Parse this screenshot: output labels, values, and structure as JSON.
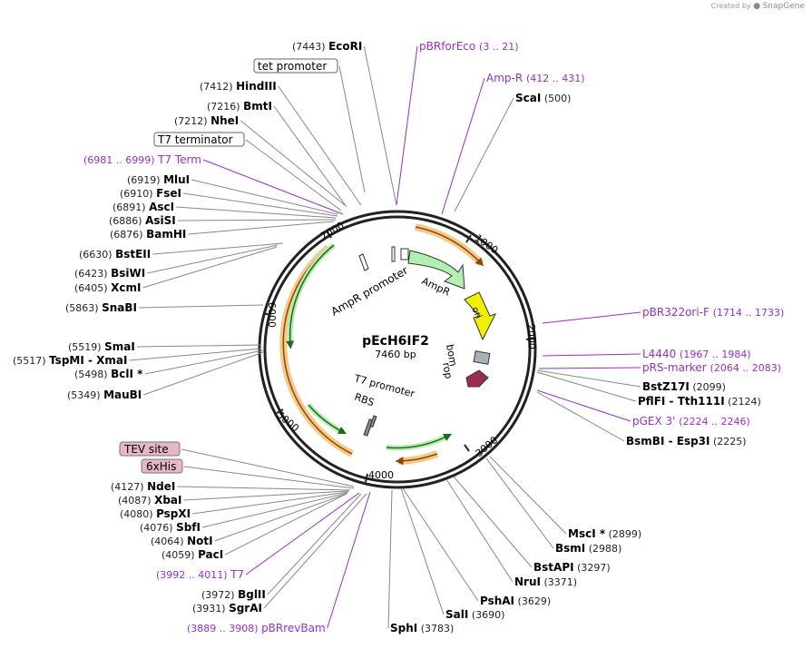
{
  "credit": {
    "prefix": "Created by",
    "brand": "SnapGene"
  },
  "plasmid": {
    "name": "pEcH6IF2",
    "length_label": "7460 bp"
  },
  "colors": {
    "primer": "#9a2ec8",
    "enzyme_text": "#000000",
    "pos_text": "#222222",
    "tag_fill": "#e6b8c6",
    "gene_arrow": "#b2f0b2",
    "ori": "#f0f000",
    "orange_feature": "#e0870a",
    "green_feature": "#1d8a1d"
  },
  "ticks": [
    "1000",
    "2000",
    "3000",
    "4000",
    "5000",
    "6000",
    "7000"
  ],
  "right_labels": [
    {
      "type": "enzyme",
      "name": "EcoRI",
      "pos": "(7443)"
    },
    {
      "type": "primer",
      "name": "pBRforEco",
      "range": "(3 .. 21)"
    },
    {
      "type": "primer",
      "name": "Amp-R",
      "range": "(412 .. 431)"
    },
    {
      "type": "enzyme",
      "name": "ScaI",
      "pos": "(500)"
    },
    {
      "type": "primer",
      "name": "pBR322ori-F",
      "range": "(1714 .. 1733)"
    },
    {
      "type": "primer",
      "name": "L4440",
      "range": "(1967 .. 1984)"
    },
    {
      "type": "primer",
      "name": "pRS-marker",
      "range": "(2064 .. 2083)"
    },
    {
      "type": "enzyme",
      "name": "BstZ17I",
      "pos": "(2099)"
    },
    {
      "type": "enzyme",
      "name": "PflFI - Tth111I",
      "pos": "(2124)"
    },
    {
      "type": "primer",
      "name": "pGEX 3'",
      "range": "(2224 .. 2246)"
    },
    {
      "type": "enzyme",
      "name": "BsmBI - Esp3I",
      "pos": "(2225)"
    },
    {
      "type": "enzyme",
      "name": "MscI *",
      "pos": "(2899)"
    },
    {
      "type": "enzyme",
      "name": "BsmI",
      "pos": "(2988)"
    },
    {
      "type": "enzyme",
      "name": "BstAPI",
      "pos": "(3297)"
    },
    {
      "type": "enzyme",
      "name": "NruI",
      "pos": "(3371)"
    },
    {
      "type": "enzyme",
      "name": "PshAI",
      "pos": "(3629)"
    },
    {
      "type": "enzyme",
      "name": "SalI",
      "pos": "(3690)"
    },
    {
      "type": "enzyme",
      "name": "SphI",
      "pos": "(3783)"
    }
  ],
  "left_labels": [
    {
      "type": "feature",
      "name": "tet promoter"
    },
    {
      "type": "enzyme",
      "name": "HindIII",
      "pos": "(7412)"
    },
    {
      "type": "enzyme",
      "name": "BmtI",
      "pos": "(7216)"
    },
    {
      "type": "enzyme",
      "name": "NheI",
      "pos": "(7212)"
    },
    {
      "type": "feature",
      "name": "T7 terminator"
    },
    {
      "type": "primer",
      "name": "T7 Term",
      "range": "(6981 .. 6999)"
    },
    {
      "type": "enzyme",
      "name": "MluI",
      "pos": "(6919)"
    },
    {
      "type": "enzyme",
      "name": "FseI",
      "pos": "(6910)"
    },
    {
      "type": "enzyme",
      "name": "AscI",
      "pos": "(6891)"
    },
    {
      "type": "enzyme",
      "name": "AsiSI",
      "pos": "(6886)"
    },
    {
      "type": "enzyme",
      "name": "BamHI",
      "pos": "(6876)"
    },
    {
      "type": "enzyme",
      "name": "BstEII",
      "pos": "(6630)"
    },
    {
      "type": "enzyme",
      "name": "BsiWI",
      "pos": "(6423)"
    },
    {
      "type": "enzyme",
      "name": "XcmI",
      "pos": "(6405)"
    },
    {
      "type": "enzyme",
      "name": "SnaBI",
      "pos": "(5863)"
    },
    {
      "type": "enzyme",
      "name": "SmaI",
      "pos": "(5519)"
    },
    {
      "type": "enzyme",
      "name": "TspMI - XmaI",
      "pos": "(5517)"
    },
    {
      "type": "enzyme",
      "name": "BclI *",
      "pos": "(5498)"
    },
    {
      "type": "enzyme",
      "name": "MauBI",
      "pos": "(5349)"
    },
    {
      "type": "tag",
      "name": "TEV site"
    },
    {
      "type": "tag",
      "name": "6xHis"
    },
    {
      "type": "enzyme",
      "name": "NdeI",
      "pos": "(4127)"
    },
    {
      "type": "enzyme",
      "name": "XbaI",
      "pos": "(4087)"
    },
    {
      "type": "enzyme",
      "name": "PspXI",
      "pos": "(4080)"
    },
    {
      "type": "enzyme",
      "name": "SbfI",
      "pos": "(4076)"
    },
    {
      "type": "enzyme",
      "name": "NotI",
      "pos": "(4064)"
    },
    {
      "type": "enzyme",
      "name": "PacI",
      "pos": "(4059)"
    },
    {
      "type": "primer",
      "name": "T7",
      "range": "(3992 .. 4011)"
    },
    {
      "type": "enzyme",
      "name": "BglII",
      "pos": "(3972)"
    },
    {
      "type": "enzyme",
      "name": "SgrAI",
      "pos": "(3931)"
    },
    {
      "type": "primer",
      "name": "pBRrevBam",
      "range": "(3889 .. 3908)"
    }
  ],
  "inner_labels": {
    "ampr_promoter": "AmpR promoter",
    "ampr": "AmpR",
    "ori": "ori",
    "bom": "bom",
    "rop": "rop",
    "t7_promoter": "T7 promoter",
    "rbs": "RBS"
  }
}
